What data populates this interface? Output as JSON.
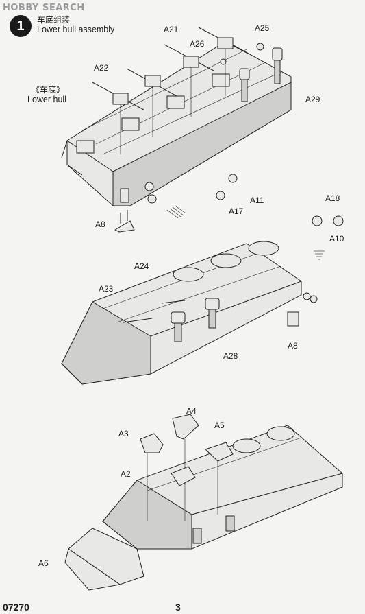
{
  "header": {
    "watermark": "HOBBY SEARCH",
    "step_number": "1",
    "title_cn": "车底组装",
    "title_en": "Lower hull assembly"
  },
  "hull_label": {
    "cn": "《车底》",
    "en": "Lower hull"
  },
  "callouts": {
    "a21": "A21",
    "a25": "A25",
    "a26": "A26",
    "a22": "A22",
    "a29": "A29",
    "a11": "A11",
    "a17": "A17",
    "a18": "A18",
    "a10": "A10",
    "a8_top": "A8",
    "a24": "A24",
    "a23": "A23",
    "a8_mid": "A8",
    "a28": "A28",
    "a4": "A4",
    "a3": "A3",
    "a5": "A5",
    "a2": "A2",
    "a6": "A6"
  },
  "footer": {
    "kit_number": "07270",
    "page_number": "3"
  }
}
